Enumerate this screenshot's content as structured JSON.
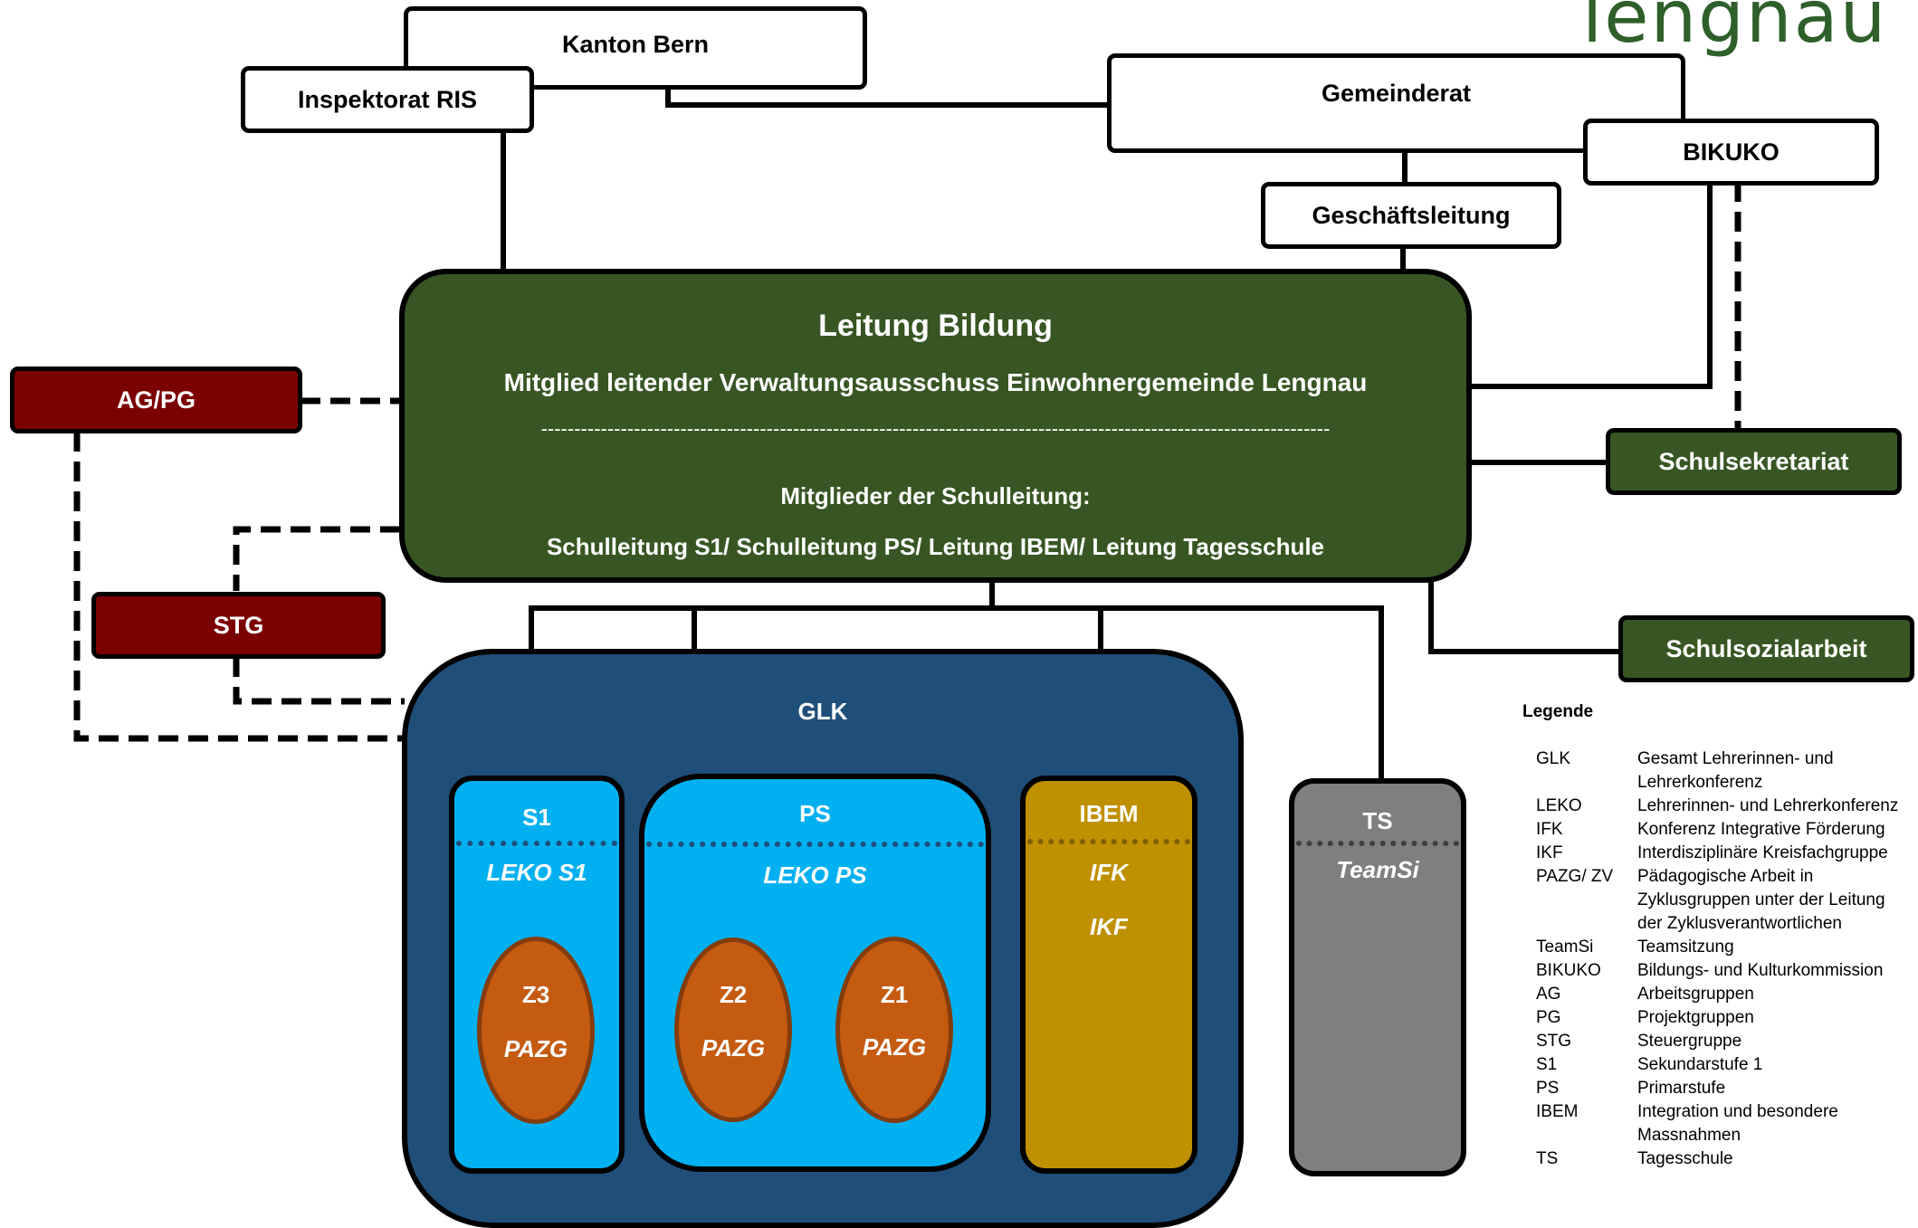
{
  "logo": {
    "text": "lengnau"
  },
  "nodes": {
    "kanton_bern": "Kanton Bern",
    "inspektorat": "Inspektorat RIS",
    "gemeinderat": "Gemeinderat",
    "bikuko": "BIKUKO",
    "geschaeftsleitung": "Geschäftsleitung",
    "ag_pg": "AG/PG",
    "stg": "STG",
    "schulsekretariat": "Schulsekretariat",
    "schulsozialarbeit": "Schulsozialarbeit",
    "leitung": {
      "title": "Leitung Bildung",
      "subtitle": "Mitglied leitender Verwaltungsausschuss Einwohnergemeinde Lengnau",
      "divider": "-----------------------------------------------------------------------------------------------------------------------",
      "members_heading": "Mitglieder der Schulleitung:",
      "members": "Schulleitung S1/ Schulleitung PS/ Leitung IBEM/ Leitung Tagesschule"
    },
    "glk": "GLK",
    "s1": {
      "title": "S1",
      "sub": "LEKO S1"
    },
    "ps": {
      "title": "PS",
      "sub": "LEKO PS"
    },
    "ibem": {
      "title": "IBEM",
      "sub1": "IFK",
      "sub2": "IKF"
    },
    "ts": {
      "title": "TS",
      "sub": "TeamSi"
    },
    "z3": {
      "title": "Z3",
      "sub": "PAZG"
    },
    "z2": {
      "title": "Z2",
      "sub": "PAZG"
    },
    "z1": {
      "title": "Z1",
      "sub": "PAZG"
    }
  },
  "colors": {
    "green": "#375623",
    "dark_red": "#7b0000",
    "navy": "#1f4e79",
    "light_blue": "#00b0f0",
    "gold": "#bf9000",
    "grey": "#7f7f7f",
    "orange": "#c55a11",
    "orange_border": "#843c0c"
  },
  "legend": {
    "title": "Legende",
    "items": [
      {
        "abbr": "GLK",
        "desc": "Gesamt Lehrerinnen- und Lehrerkonferenz"
      },
      {
        "abbr": "LEKO",
        "desc": "Lehrerinnen- und Lehrerkonferenz"
      },
      {
        "abbr": "IFK",
        "desc": "Konferenz Integrative Förderung"
      },
      {
        "abbr": "IKF",
        "desc": "Interdisziplinäre Kreisfachgruppe"
      },
      {
        "abbr": "PAZG/ ZV",
        "desc": "Pädagogische Arbeit in Zyklusgruppen unter der Leitung der Zyklusverantwortlichen"
      },
      {
        "abbr": "TeamSi",
        "desc": "Teamsitzung"
      },
      {
        "abbr": "BIKUKO",
        "desc": "Bildungs- und Kulturkommission"
      },
      {
        "abbr": "AG",
        "desc": "Arbeitsgruppen"
      },
      {
        "abbr": "PG",
        "desc": "Projektgruppen"
      },
      {
        "abbr": "STG",
        "desc": "Steuergruppe"
      },
      {
        "abbr": "S1",
        "desc": "Sekundarstufe 1"
      },
      {
        "abbr": "PS",
        "desc": "Primarstufe"
      },
      {
        "abbr": "IBEM",
        "desc": "Integration und besondere Massnahmen"
      },
      {
        "abbr": "TS",
        "desc": "Tagesschule"
      }
    ]
  }
}
